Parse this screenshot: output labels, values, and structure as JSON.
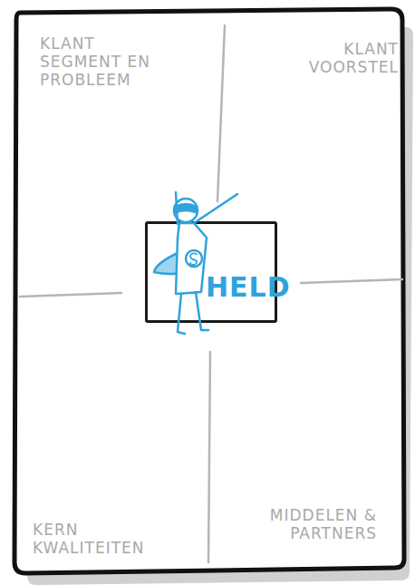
{
  "diagram": {
    "nodes": [
      {
        "text": [
          "HELD"
        ]
      }
    ],
    "labels": [
      "KLANT SEGMENT EN PROBLEEM",
      "KLANT VOORSTEL",
      "KERN KWALITEITEN",
      "MIDDELEN & PARTNERS"
    ]
  }
}
